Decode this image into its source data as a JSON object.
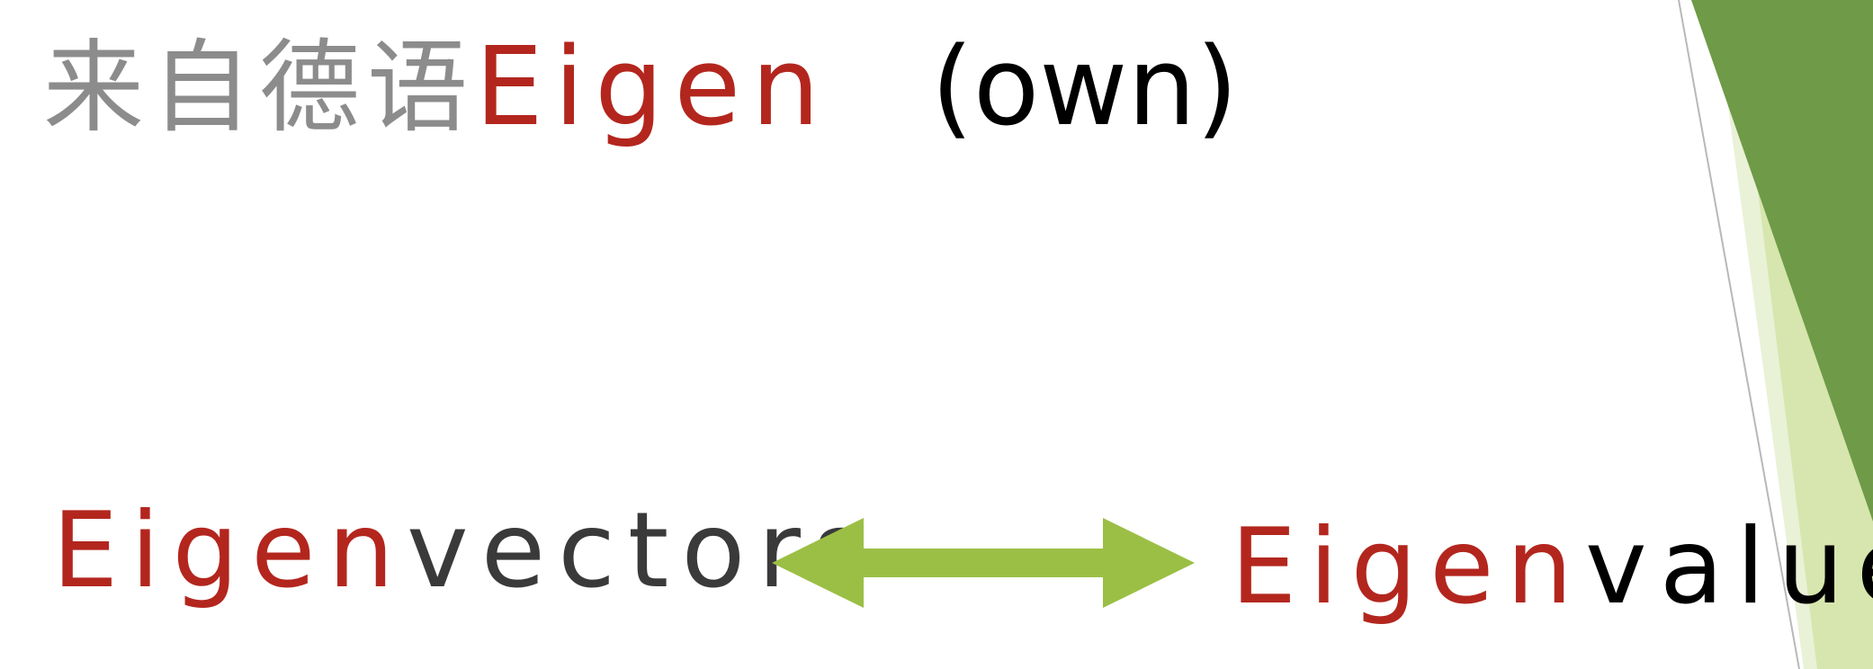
{
  "title": {
    "chinese": "来自德语",
    "eigen": "Eigen",
    "own": "(own)"
  },
  "left_term": {
    "prefix": "Eigen",
    "suffix": "vectors"
  },
  "right_term": {
    "prefix": "Eigen",
    "suffix": "values"
  },
  "colors": {
    "eigen_red": "#b3261e",
    "arrow_green": "#9bbf45",
    "decor_green_dark": "#6e9a45",
    "decor_green_light": "#cfe2a6"
  },
  "icons": {
    "arrow": "double-headed-arrow-icon"
  }
}
